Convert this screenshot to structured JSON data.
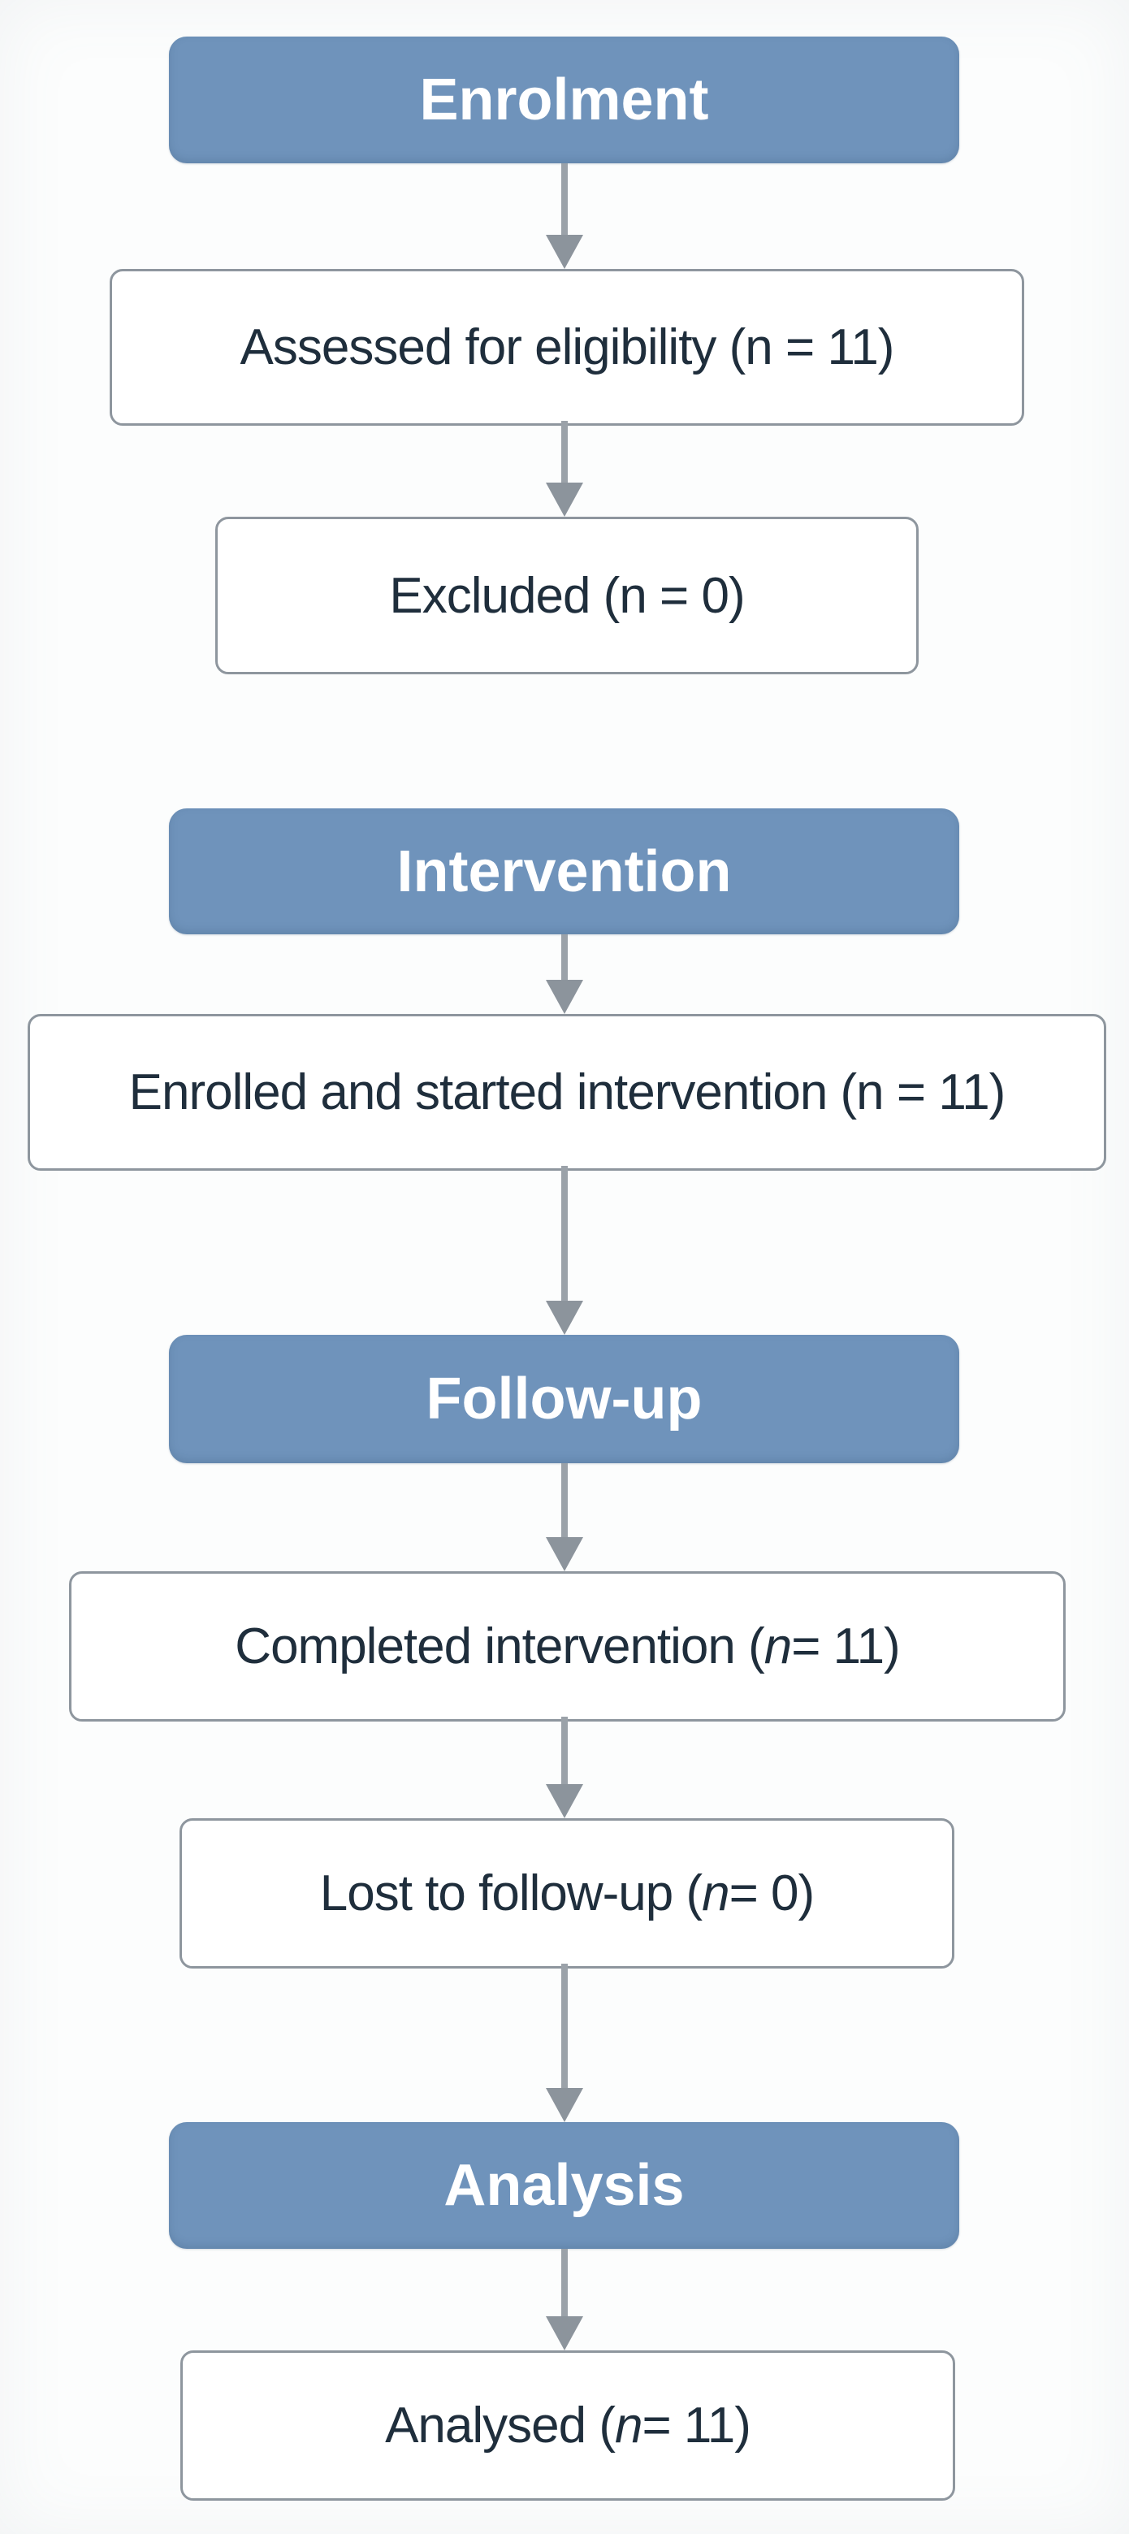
{
  "diagram": {
    "title_semantic": "CONSORT-style participant flow diagram",
    "colors": {
      "stage_header_fill": "#6f93bb",
      "stage_header_text": "#ffffff",
      "process_box_border": "#8e969e",
      "process_box_text": "#1f2e3c",
      "arrow_stem": "#9ba2a9",
      "arrow_head": "#8c949c",
      "background": "#fcfdfd"
    },
    "headers": {
      "enrolment": "Enrolment",
      "intervention": "Intervention",
      "followup": "Follow-up",
      "analysis": "Analysis"
    },
    "boxes": {
      "assessed": {
        "pre": "Assessed for eligibility (n = 11)",
        "it": "",
        "post": ""
      },
      "excluded": {
        "pre": "Excluded (n = 0)",
        "it": "",
        "post": ""
      },
      "enrolled": {
        "pre": "Enrolled and started intervention (n = 11)",
        "it": "",
        "post": ""
      },
      "completed": {
        "pre": "Completed intervention (",
        "it": "n",
        "post": " = 11)"
      },
      "lost": {
        "pre": "Lost to follow-up (",
        "it": "n",
        "post": " = 0)"
      },
      "analysed": {
        "pre": "Analysed (",
        "it": "n",
        "post": " = 11)"
      }
    }
  }
}
